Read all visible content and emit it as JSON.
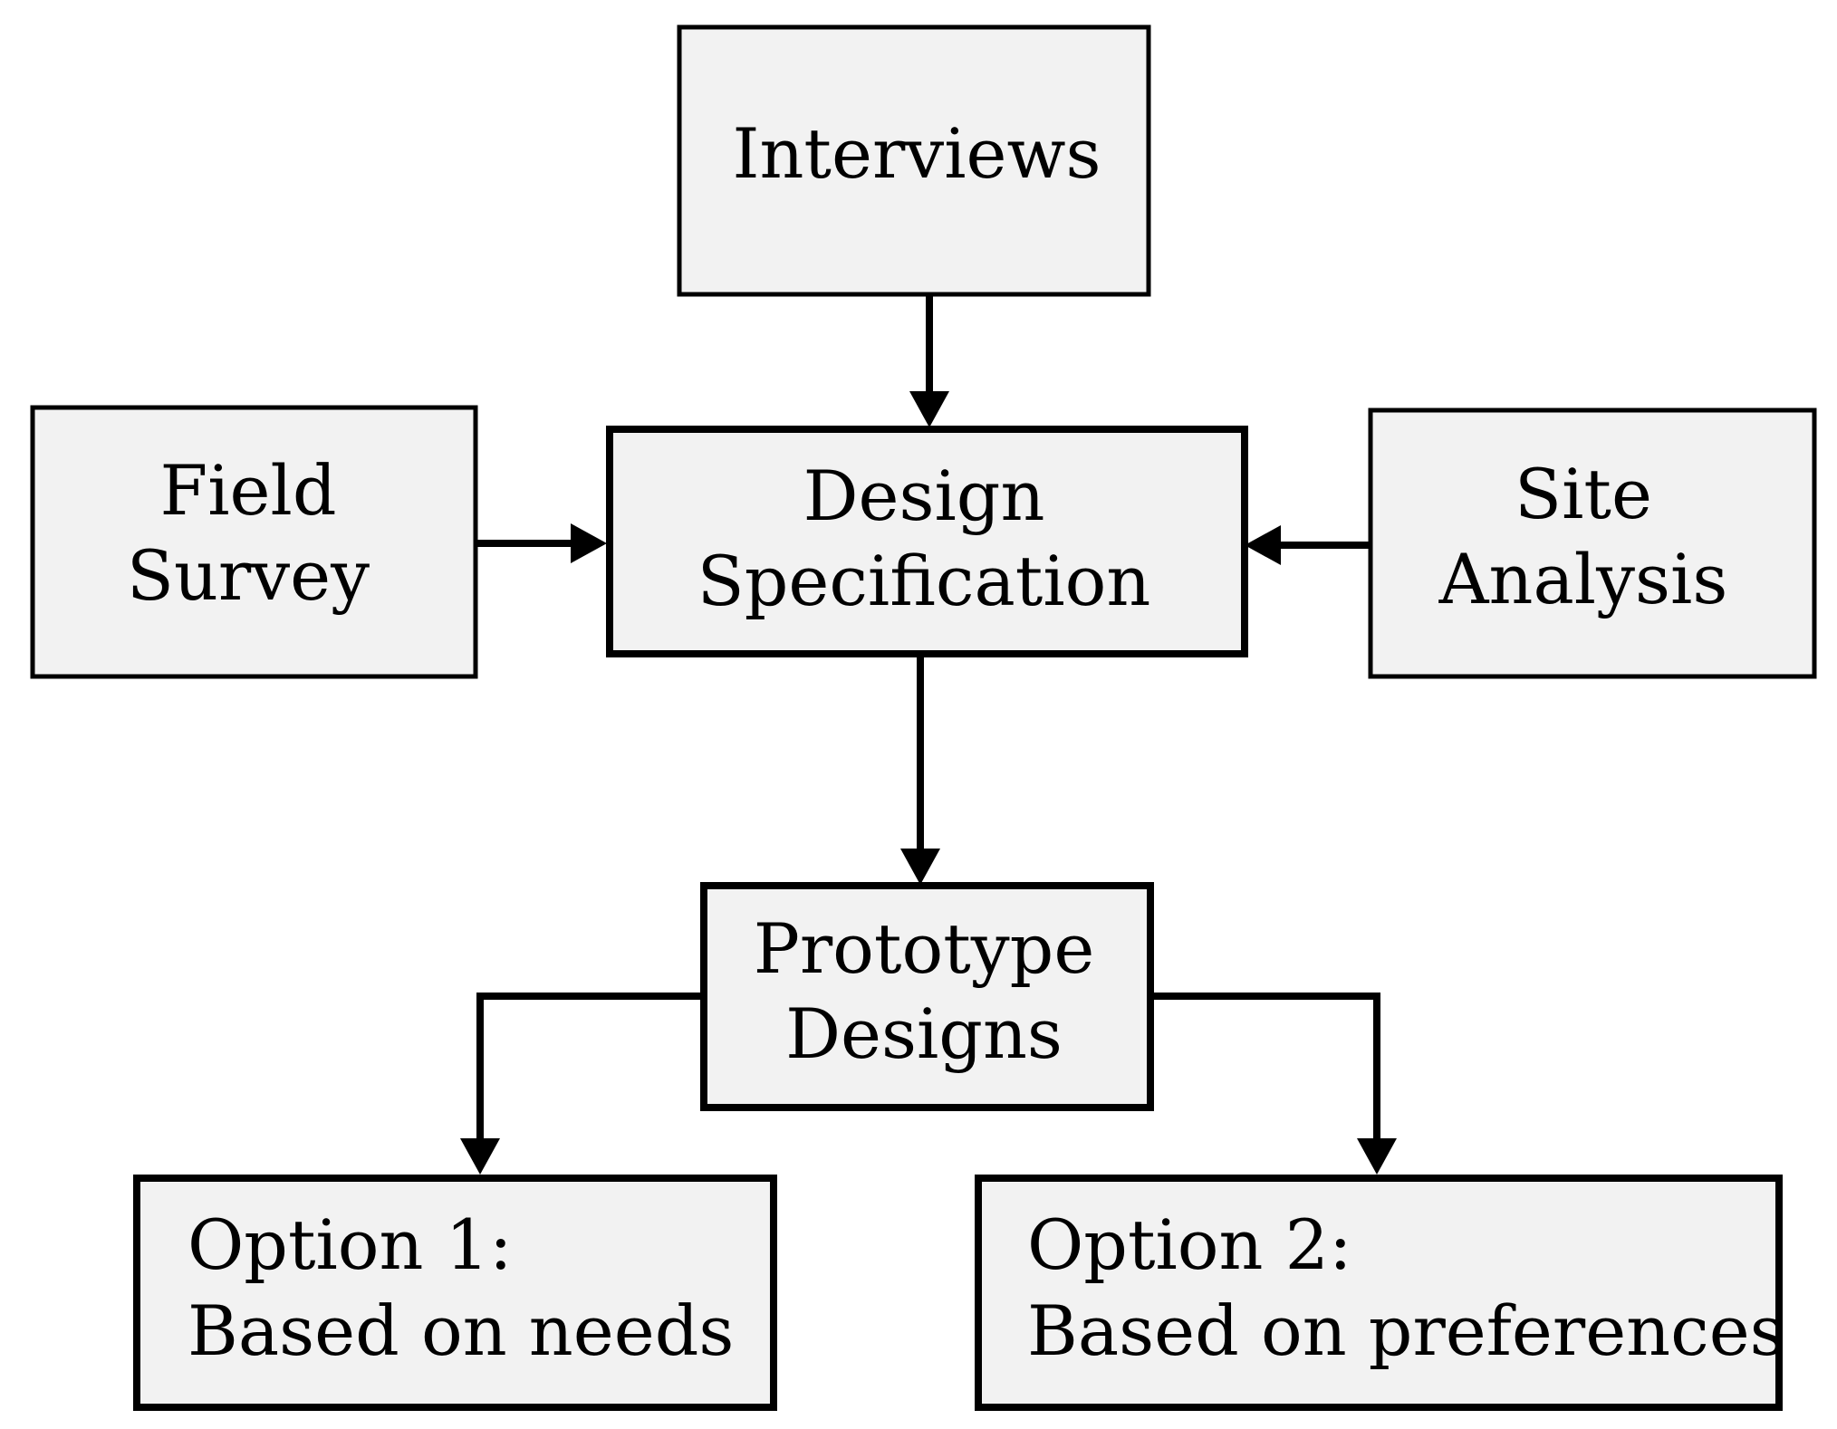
{
  "nodes": {
    "interviews": {
      "lines": [
        "Interviews"
      ]
    },
    "field_survey": {
      "lines": [
        "Field",
        "Survey"
      ]
    },
    "design_specification": {
      "lines": [
        "Design",
        "Specification"
      ]
    },
    "site_analysis": {
      "lines": [
        "Site",
        "Analysis"
      ]
    },
    "prototype_designs": {
      "lines": [
        "Prototype",
        "Designs"
      ]
    },
    "option_1": {
      "lines": [
        "Option 1:",
        "Based on needs"
      ]
    },
    "option_2": {
      "lines": [
        "Option 2:",
        "Based on preferences"
      ]
    }
  },
  "edges": [
    {
      "from": "interviews",
      "to": "design_specification"
    },
    {
      "from": "field_survey",
      "to": "design_specification"
    },
    {
      "from": "site_analysis",
      "to": "design_specification"
    },
    {
      "from": "design_specification",
      "to": "prototype_designs"
    },
    {
      "from": "prototype_designs",
      "to": "option_1"
    },
    {
      "from": "prototype_designs",
      "to": "option_2"
    }
  ],
  "colors": {
    "box_fill": "#f2f2f2",
    "stroke": "#000000",
    "text": "#000000",
    "background": "#ffffff"
  }
}
